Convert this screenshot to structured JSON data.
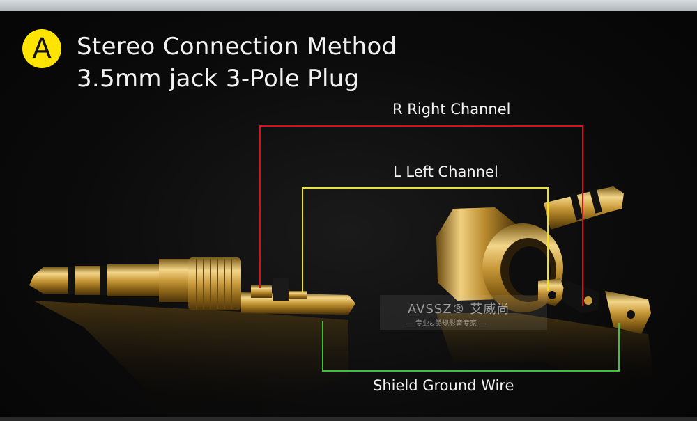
{
  "badge": {
    "letter": "A",
    "color": "#ffe400"
  },
  "heading": {
    "line1": "Stereo Connection Method",
    "line2": "3.5mm jack 3-Pole Plug"
  },
  "wires": {
    "right": {
      "label": "R Right Channel",
      "color": "#d8101c"
    },
    "left": {
      "label": "L Left Channel",
      "color": "#f2e600"
    },
    "shield": {
      "label": "Shield Ground Wire",
      "color": "#3dc43a"
    }
  },
  "watermark": {
    "brand": "AVSSZ® 艾威尚",
    "tagline": "— 专业&美规影音专家 —"
  }
}
